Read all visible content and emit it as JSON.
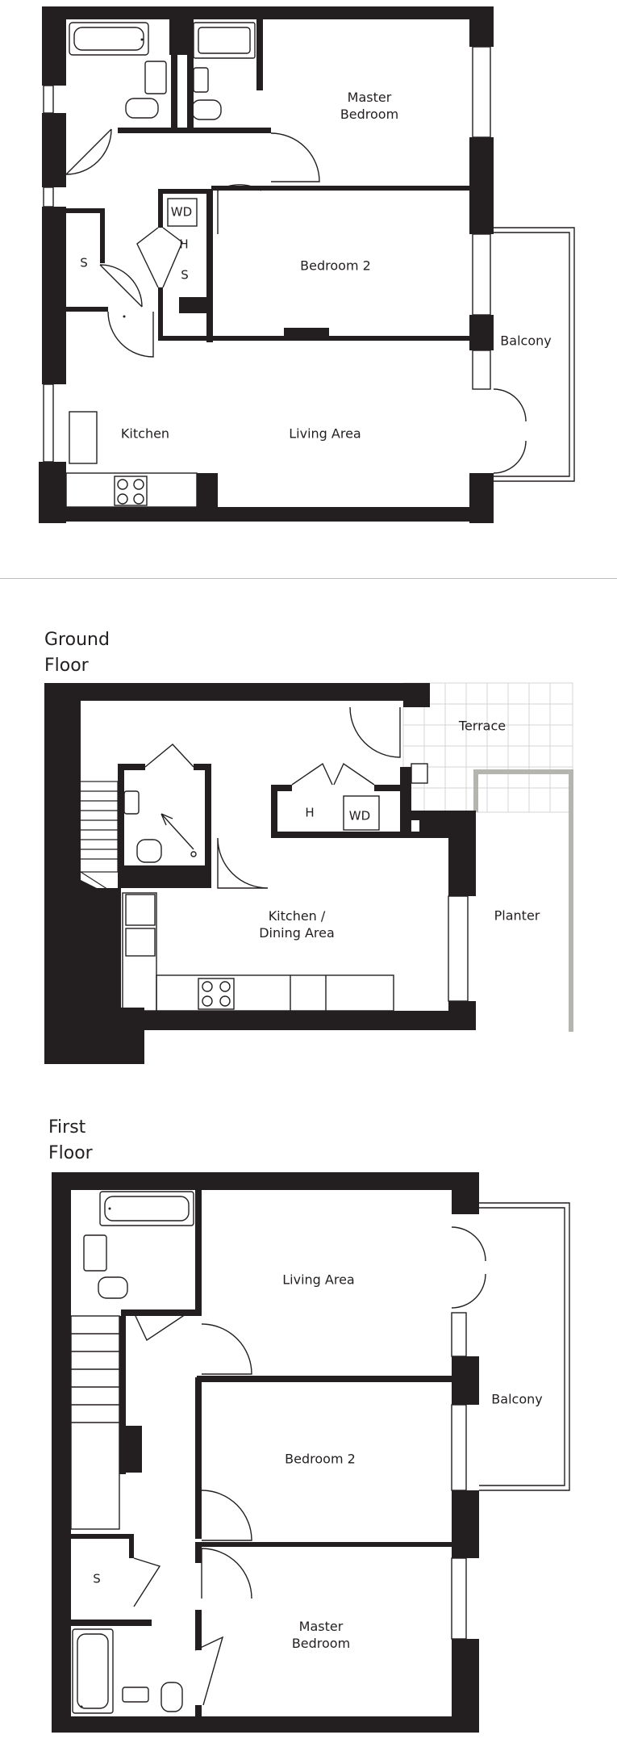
{
  "colors": {
    "wall": "#231f20",
    "fixture": "#231f20",
    "planter": "#b5b5b0",
    "terrace_grid": "#d6d6d6",
    "divider": "#bdbdbd"
  },
  "plan1": {
    "rooms": {
      "master": "Master\nBedroom",
      "bedroom2": "Bedroom 2",
      "balcony": "Balcony",
      "kitchen": "Kitchen",
      "living": "Living Area",
      "wd": "WD",
      "h": "H",
      "s_cupboard": "S",
      "s_store": "S"
    }
  },
  "ground": {
    "title": "Ground\nFloor",
    "rooms": {
      "terrace": "Terrace",
      "h": "H",
      "wd": "WD",
      "kitchen_dining": "Kitchen /\nDining Area",
      "planter": "Planter"
    }
  },
  "first": {
    "title": "First\nFloor",
    "rooms": {
      "living": "Living Area",
      "balcony": "Balcony",
      "bedroom2": "Bedroom 2",
      "s": "S",
      "master": "Master\nBedroom"
    }
  }
}
